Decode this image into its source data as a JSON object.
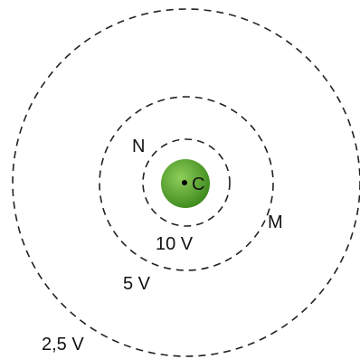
{
  "charge": {
    "label": "C",
    "color_light": "#8fce5a",
    "color_dark": "#3e8a1e"
  },
  "equipotentials": [
    {
      "voltage_label": "10 V"
    },
    {
      "voltage_label": "5 V"
    },
    {
      "voltage_label": "2,5 V"
    }
  ],
  "points": {
    "n": "N",
    "m": "M"
  }
}
